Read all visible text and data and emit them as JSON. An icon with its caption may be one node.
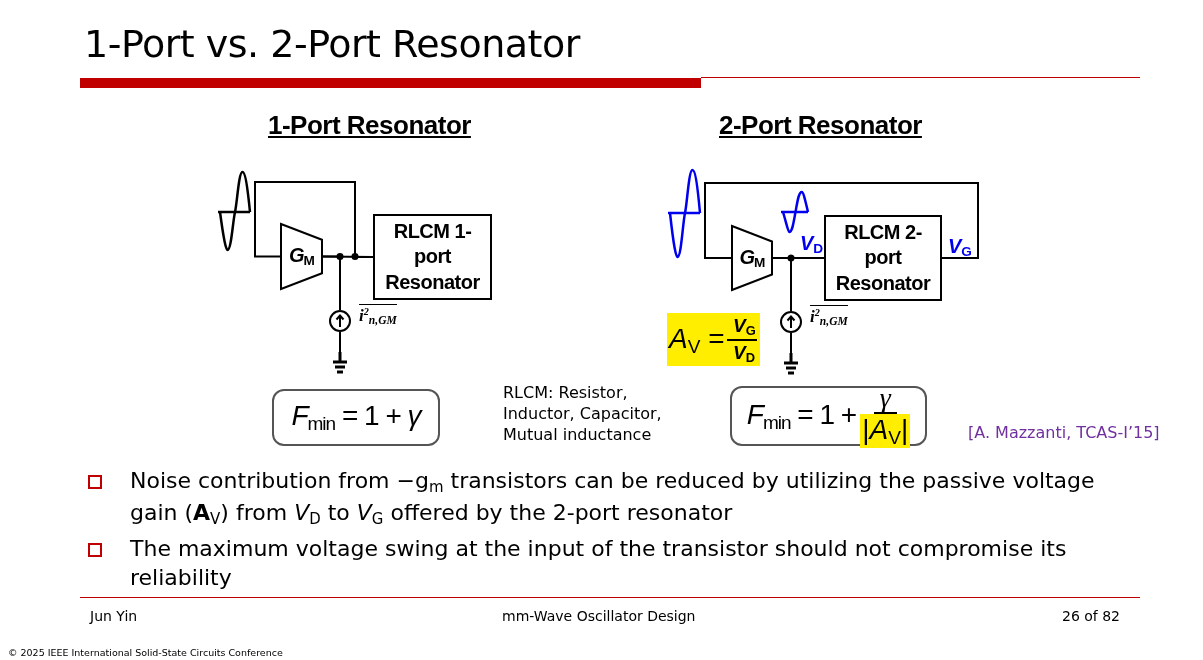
{
  "diagram": {
    "title": "1-Port vs. 2-Port Resonator",
    "nodes": [
      {
        "text": [
          "*G*$_{M}$"
        ]
      },
      {
        "text": [
          "RLCM 1-port Resonator"
        ]
      },
      {
        "text": [],
        "shape": "circle",
        "beside": [
          "*i*$^{2}$$_{n,GM}$"
        ]
      },
      {
        "text": [],
        "shape": "ground"
      },
      {
        "text": [
          "*F*$_{min}$ = 1 + *γ*"
        ]
      },
      {
        "text": [
          "*G*$_{M}$"
        ]
      },
      {
        "text": [
          "RLCM 2-port Resonator"
        ]
      },
      {
        "text": [],
        "shape": "circle",
        "beside": [
          "*i*$^{2}$$_{n,GM}$"
        ]
      },
      {
        "text": [],
        "shape": "ground"
      },
      {
        "text": [
          "*F*$_{min}$ = 1 +",
          "*γ*",
          "|*A*$_{V}$|"
        ]
      }
    ],
    "edges": [
      {
        "from": 0,
        "to": 1,
        "arrow": "none"
      },
      {
        "from": 1,
        "to": 0,
        "arrow": "none"
      },
      {
        "from": 2,
        "to": 0,
        "arrow": "none"
      },
      {
        "from": 2,
        "to": 3,
        "arrow": "none"
      },
      {
        "from": 5,
        "to": 6,
        "arrow": "none"
      },
      {
        "from": 6,
        "to": 5,
        "arrow": "none"
      },
      {
        "from": 7,
        "to": 5,
        "arrow": "none"
      },
      {
        "from": 7,
        "to": 8,
        "arrow": "none"
      }
    ],
    "labels": [
      "1-Port Resonator",
      "2-Port Resonator",
      "*V*$_{D}$",
      "*V*$_{G}$",
      "*A*$_{V}$ =",
      "*V*$_{G}$",
      "*V*$_{D}$",
      "RLCM: Resistor, Inductor, Capacitor, Mutual inductance",
      "[A. Mazzanti, TCAS-I’15]",
      "Noise contribution from −g$_{m}$ transistors can be reduced by utilizing the passive voltage gain (**A**$_{V}$) from *V*$_{D}$ to *V*$_{G}$ offered by the 2-port resonator",
      "The maximum voltage swing at the input of the transistor should not compromise its reliability",
      "Jun Yin",
      "mm-Wave Oscillator Design",
      "26 of 82",
      "© 2025 IEEE International Solid-State Circuits Conference"
    ]
  }
}
